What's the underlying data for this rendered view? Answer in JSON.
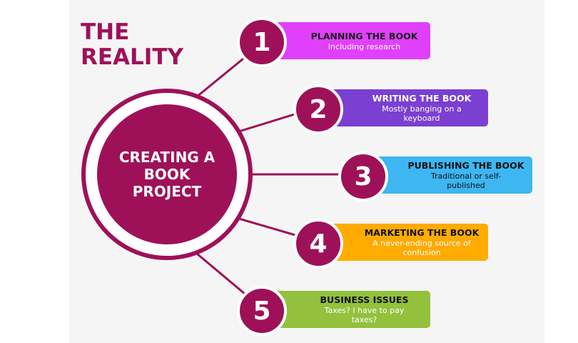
{
  "title_lines": [
    "THE",
    "REALITY"
  ],
  "hub": {
    "label_lines": [
      "CREATING A",
      "BOOK",
      "PROJECT"
    ]
  },
  "steps": [
    {
      "number": "1",
      "title": "PLANNING THE BOOK",
      "desc_lines": [
        "Including research"
      ],
      "color": "#e040fb",
      "text_color": "#1a1a1a",
      "desc_color": "#ffffff"
    },
    {
      "number": "2",
      "title": "WRITING THE BOOK",
      "desc_lines": [
        "Mostly banging on a",
        "keyboard"
      ],
      "color": "#7b3fd1",
      "text_color": "#ffffff",
      "desc_color": "#ffffff"
    },
    {
      "number": "3",
      "title": "PUBLISHING THE BOOK",
      "desc_lines": [
        "Traditional or self-",
        "published"
      ],
      "color": "#3db6f2",
      "text_color": "#111111",
      "desc_color": "#111111"
    },
    {
      "number": "4",
      "title": "MARKETING THE BOOK",
      "desc_lines": [
        "A never-ending source of",
        "confusion"
      ],
      "color": "#ffab00",
      "text_color": "#111111",
      "desc_color": "#ffffff"
    },
    {
      "number": "5",
      "title": "BUSINESS ISSUES",
      "desc_lines": [
        "Taxes?  I have to pay",
        "taxes?"
      ],
      "color": "#93c13d",
      "text_color": "#111111",
      "desc_color": "#ffffff"
    }
  ],
  "colors": {
    "accent": "#9e1158",
    "panel": "#f5f5f5"
  }
}
